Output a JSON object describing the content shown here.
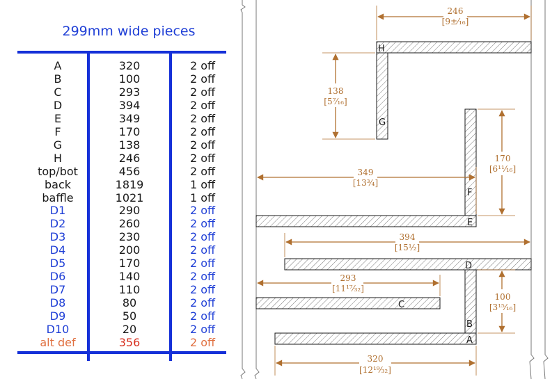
{
  "table": {
    "title": "299mm wide pieces",
    "rows": [
      {
        "name": "A",
        "length": "320",
        "qty": "2 off",
        "color": "#1a1a1a",
        "len_color": "#1a1a1a",
        "qty_color": "#1a1a1a"
      },
      {
        "name": "B",
        "length": "100",
        "qty": "2 off",
        "color": "#1a1a1a",
        "len_color": "#1a1a1a",
        "qty_color": "#1a1a1a"
      },
      {
        "name": "C",
        "length": "293",
        "qty": "2 off",
        "color": "#1a1a1a",
        "len_color": "#1a1a1a",
        "qty_color": "#1a1a1a"
      },
      {
        "name": "D",
        "length": "394",
        "qty": "2 off",
        "color": "#1a1a1a",
        "len_color": "#1a1a1a",
        "qty_color": "#1a1a1a"
      },
      {
        "name": "E",
        "length": "349",
        "qty": "2 off",
        "color": "#1a1a1a",
        "len_color": "#1a1a1a",
        "qty_color": "#1a1a1a"
      },
      {
        "name": "F",
        "length": "170",
        "qty": "2 off",
        "color": "#1a1a1a",
        "len_color": "#1a1a1a",
        "qty_color": "#1a1a1a"
      },
      {
        "name": "G",
        "length": "138",
        "qty": "2 off",
        "color": "#1a1a1a",
        "len_color": "#1a1a1a",
        "qty_color": "#1a1a1a"
      },
      {
        "name": "H",
        "length": "246",
        "qty": "2 off",
        "color": "#1a1a1a",
        "len_color": "#1a1a1a",
        "qty_color": "#1a1a1a"
      },
      {
        "name": "top/bot",
        "length": "456",
        "qty": "2 off",
        "color": "#1a1a1a",
        "len_color": "#1a1a1a",
        "qty_color": "#1a1a1a"
      },
      {
        "name": "back",
        "length": "1819",
        "qty": "1 off",
        "color": "#1a1a1a",
        "len_color": "#1a1a1a",
        "qty_color": "#1a1a1a"
      },
      {
        "name": "baffle",
        "length": "1021",
        "qty": "1 off",
        "color": "#1a1a1a",
        "len_color": "#1a1a1a",
        "qty_color": "#1a1a1a"
      },
      {
        "name": "D1",
        "length": "290",
        "qty": "2 off",
        "color": "#1f3fd6",
        "len_color": "#1a1a1a",
        "qty_color": "#1f3fd6"
      },
      {
        "name": "D2",
        "length": "260",
        "qty": "2 off",
        "color": "#1f3fd6",
        "len_color": "#1a1a1a",
        "qty_color": "#1f3fd6"
      },
      {
        "name": "D3",
        "length": "230",
        "qty": "2 off",
        "color": "#1f3fd6",
        "len_color": "#1a1a1a",
        "qty_color": "#1f3fd6"
      },
      {
        "name": "D4",
        "length": "200",
        "qty": "2 off",
        "color": "#1f3fd6",
        "len_color": "#1a1a1a",
        "qty_color": "#1f3fd6"
      },
      {
        "name": "D5",
        "length": "170",
        "qty": "2 off",
        "color": "#1f3fd6",
        "len_color": "#1a1a1a",
        "qty_color": "#1f3fd6"
      },
      {
        "name": "D6",
        "length": "140",
        "qty": "2 off",
        "color": "#1f3fd6",
        "len_color": "#1a1a1a",
        "qty_color": "#1f3fd6"
      },
      {
        "name": "D7",
        "length": "110",
        "qty": "2 off",
        "color": "#1f3fd6",
        "len_color": "#1a1a1a",
        "qty_color": "#1f3fd6"
      },
      {
        "name": "D8",
        "length": "80",
        "qty": "2 off",
        "color": "#1f3fd6",
        "len_color": "#1a1a1a",
        "qty_color": "#1f3fd6"
      },
      {
        "name": "D9",
        "length": "50",
        "qty": "2 off",
        "color": "#1f3fd6",
        "len_color": "#1a1a1a",
        "qty_color": "#1f3fd6"
      },
      {
        "name": "D10",
        "length": "20",
        "qty": "2 off",
        "color": "#1f3fd6",
        "len_color": "#1a1a1a",
        "qty_color": "#1f3fd6"
      },
      {
        "name": "alt def",
        "length": "356",
        "qty": "2 off",
        "color": "#e07040",
        "len_color": "#d83020",
        "qty_color": "#e07040"
      }
    ]
  },
  "diagram": {
    "piece_labels": [
      "H",
      "G",
      "F",
      "E",
      "D",
      "C",
      "B",
      "A"
    ],
    "dimensions": [
      {
        "name": "h",
        "mm": "246",
        "inch": "[9±⁄₁₆]"
      },
      {
        "name": "g",
        "mm": "138",
        "inch": "[5⁷⁄₁₆]"
      },
      {
        "name": "f",
        "mm": "170",
        "inch": "[6¹¹⁄₁₆]"
      },
      {
        "name": "e",
        "mm": "349",
        "inch": "[13¾]"
      },
      {
        "name": "d",
        "mm": "394",
        "inch": "[15½]"
      },
      {
        "name": "c",
        "mm": "293",
        "inch": "[11¹⁷⁄₃₂]"
      },
      {
        "name": "b",
        "mm": "100",
        "inch": "[3¹⁵⁄₁₆]"
      },
      {
        "name": "a",
        "mm": "320",
        "inch": "[12¹⁹⁄₃₂]"
      }
    ]
  },
  "colors": {
    "rule": "#1530d8",
    "title": "#1f3fd6",
    "dimension": "#b07030",
    "outline": "#1a1a1a"
  }
}
